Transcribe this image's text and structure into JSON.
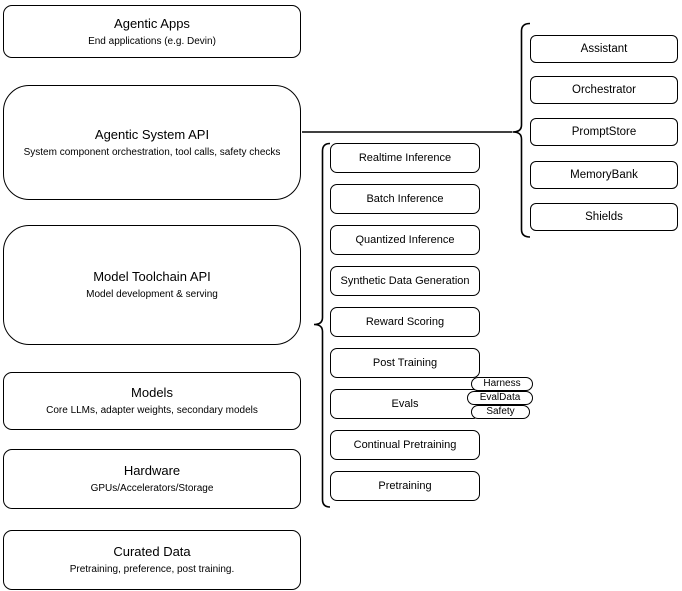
{
  "diagram": {
    "stack_layers": [
      {
        "title": "Agentic Apps",
        "subtitle": "End applications (e.g. Devin)"
      },
      {
        "title": "Agentic System API",
        "subtitle": "System component orchestration, tool calls, safety checks"
      },
      {
        "title": "Model Toolchain API",
        "subtitle": "Model development & serving"
      },
      {
        "title": "Models",
        "subtitle": "Core LLMs, adapter weights, secondary models"
      },
      {
        "title": "Hardware",
        "subtitle": "GPUs/Accelerators/Storage"
      },
      {
        "title": "Curated Data",
        "subtitle": "Pretraining, preference, post training."
      }
    ],
    "toolchain_capabilities": [
      "Realtime Inference",
      "Batch Inference",
      "Quantized Inference",
      "Synthetic Data Generation",
      "Reward Scoring",
      "Post Training",
      "Evals",
      "Continual Pretraining",
      "Pretraining"
    ],
    "eval_components": [
      "Harness",
      "EvalData",
      "Safety"
    ],
    "system_components": [
      "Assistant",
      "Orchestrator",
      "PromptStore",
      "MemoryBank",
      "Shields"
    ],
    "colors": {
      "stroke": "#000000",
      "fill": "#ffffff",
      "background": "#ffffff"
    }
  }
}
